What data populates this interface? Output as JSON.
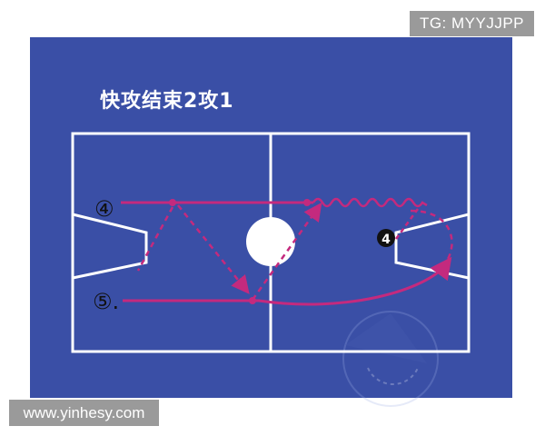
{
  "title": "快攻结束2攻1",
  "players": {
    "p4_left": "④",
    "p5_left": "⑤.",
    "p4_right": "4"
  },
  "watermarks": {
    "top_right": "TG: MYYJJPP",
    "bottom_left": "www.yinhesy.com"
  },
  "colors": {
    "board": "#3a4fa6",
    "lines": "#ffffff",
    "path": "#c42a7e"
  }
}
